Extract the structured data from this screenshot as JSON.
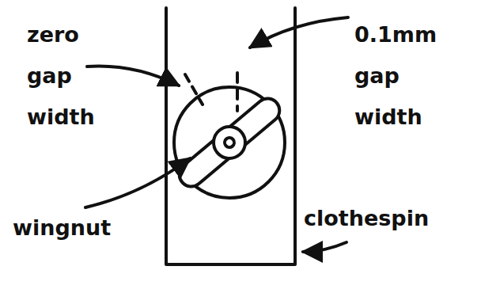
{
  "diagram": {
    "labels": [
      "zero gap width",
      "0.1mm gap width",
      "wingnut",
      "clothespin"
    ]
  }
}
